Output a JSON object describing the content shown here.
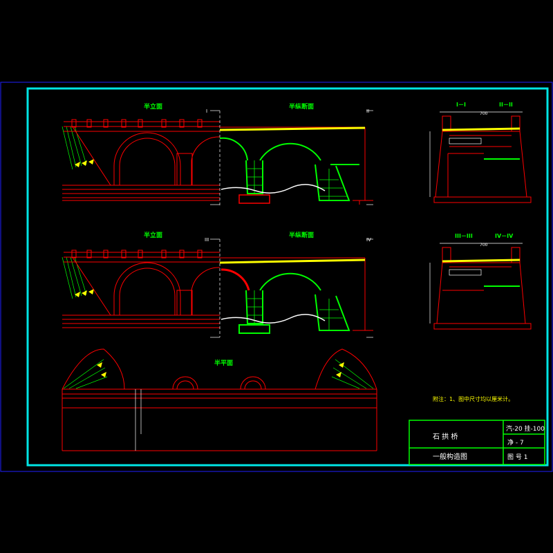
{
  "drawing": {
    "elevation_top": {
      "left_title": "半立面",
      "right_title": "半纵断面",
      "mark_left": "I",
      "mark_right": "II"
    },
    "elevation_mid": {
      "left_title": "半立面",
      "right_title": "半纵断面",
      "mark_left": "III",
      "mark_right": "IV"
    },
    "plan": {
      "title": "半平面"
    },
    "section_top": {
      "left_label": "I－I",
      "right_label": "II－II",
      "dim_center": "700"
    },
    "section_bottom": {
      "left_label": "III－III",
      "right_label": "IV－IV",
      "dim_center": "700"
    },
    "note": "附注：1、图中尺寸均以厘米计。",
    "title_block": {
      "name": "石 拱 桥",
      "subtitle": "一般构造图",
      "load": "汽-20 挂-100",
      "width": "净 - 7",
      "sheet": "图 号 1"
    }
  },
  "colors": {
    "frame": "#00e5e5",
    "outline": "#ff0000",
    "masonry": "#00ff00",
    "annotation": "#ffff00",
    "text_green": "#00ff00",
    "white": "#ffffff",
    "blue_border": "#2020ff"
  }
}
